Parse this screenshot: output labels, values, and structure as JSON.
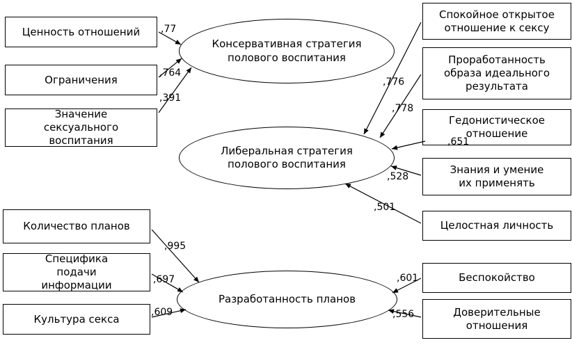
{
  "latent": [
    {
      "label": "Консервативная стратегия полового воспитания"
    },
    {
      "label": "Либеральная стратегия полового воспитания"
    },
    {
      "label": "Разработанность планов"
    }
  ],
  "left_top": [
    {
      "label": "Ценность отношений",
      "loading": ",77"
    },
    {
      "label": "Ограничения",
      "loading": ",764"
    },
    {
      "label": "Значение сексуального воспитания",
      "loading": ",391"
    }
  ],
  "right_top": [
    {
      "label": "Спокойное открытое отношение к сексу",
      "loading": ",776"
    },
    {
      "label": "Проработанность образа идеального результата",
      "loading": ",778"
    },
    {
      "label": "Гедонистическое отношение",
      "loading": ",651"
    },
    {
      "label": "Знания и умение их применять",
      "loading": ",528"
    },
    {
      "label": "Целостная личность",
      "loading": ",501"
    }
  ],
  "bottom_left": [
    {
      "label": "Количество планов",
      "loading": ",995"
    },
    {
      "label": "Специфика подачи информации",
      "loading": ",697"
    },
    {
      "label": "Культура секса",
      "loading": ",609"
    }
  ],
  "bottom_right": [
    {
      "label": "Беспокойство",
      "loading": ",601"
    },
    {
      "label": "Доверительные отношения",
      "loading": ",556"
    }
  ]
}
